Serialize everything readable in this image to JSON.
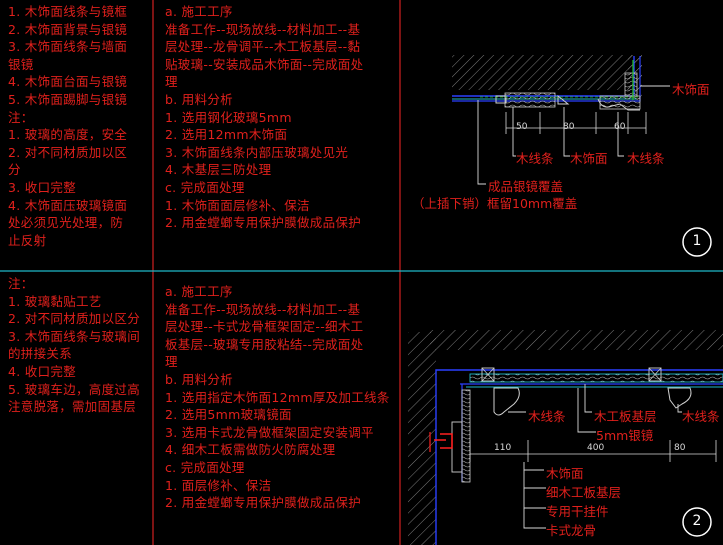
{
  "panel1": {
    "col_a": [
      "1. 木饰面线条与镜框",
      "2. 木饰面背景与银镜",
      "3. 木饰面线条与墙面",
      "银镜",
      "4. 木饰面台面与银镜",
      "5. 木饰面踢脚与银镜",
      "注：",
      "1. 玻璃的高度，安全",
      "2. 对不同材质加以区",
      "分",
      "3. 收口完整",
      "4. 木饰面压玻璃镜面",
      "处必须见光处理，防",
      "止反射"
    ],
    "col_b": [
      "a. 施工工序",
      "准备工作--现场放线--材料加工--基",
      "层处理--龙骨调平--木工板基层--黏",
      "贴玻璃--安装成品木饰面--完成面处",
      "理",
      "b. 用料分析",
      "1. 选用钢化玻璃5mm",
      "2. 选用12mm木饰面",
      "3. 木饰面线条内部压玻璃处见光",
      "4. 木基层三防处理",
      "c. 完成面处理",
      "1. 木饰面面层修补、保洁",
      "2. 用金螳螂专用保护膜做成品保护"
    ],
    "drawing": {
      "label_wood_face": "木饰面",
      "dim_1": "50",
      "dim_2": "80",
      "dim_3": "60",
      "label_line_a": "木线条",
      "label_wood_face_b": "木饰面",
      "label_line_b": "木线条",
      "label_mirror": "成品银镜覆盖",
      "label_mirror_note": "（上插下销）框留10mm覆盖",
      "number": "1"
    }
  },
  "panel2": {
    "col_a": [
      "注：",
      "1. 玻璃黏贴工艺",
      "2. 对不同材质加以区分",
      "3. 木饰面线条与玻璃间",
      "的拼接关系",
      "4. 收口完整",
      "5. 玻璃车边，高度过高",
      "注意脱落，需加固基层"
    ],
    "col_b": [
      "a. 施工工序",
      "准备工作--现场放线--材料加工--基",
      "层处理--卡式龙骨框架固定--细木工",
      "板基层--玻璃专用胶粘结--完成面处",
      "理",
      "b. 用料分析",
      "1. 选用指定木饰面12mm厚及加工线条",
      "2. 选用5mm玻璃镜面",
      "3. 选用卡式龙骨做框架固定安装调平",
      "4. 细木工板需做防火防腐处理",
      "c. 完成面处理",
      "1. 面层修补、保洁",
      "2. 用金螳螂专用保护膜做成品保护"
    ],
    "drawing": {
      "label_line_a": "木线条",
      "label_board": "木工板基层",
      "label_line_b": "木线条",
      "label_mirror": "5mm银镜",
      "dim_1": "110",
      "dim_2": "400",
      "dim_3": "80",
      "label_wood_face": "木饰面",
      "label_fine_board": "细木工板基层",
      "label_hanger": "专用干挂件",
      "label_keel": "卡式龙骨",
      "number": "2"
    }
  }
}
